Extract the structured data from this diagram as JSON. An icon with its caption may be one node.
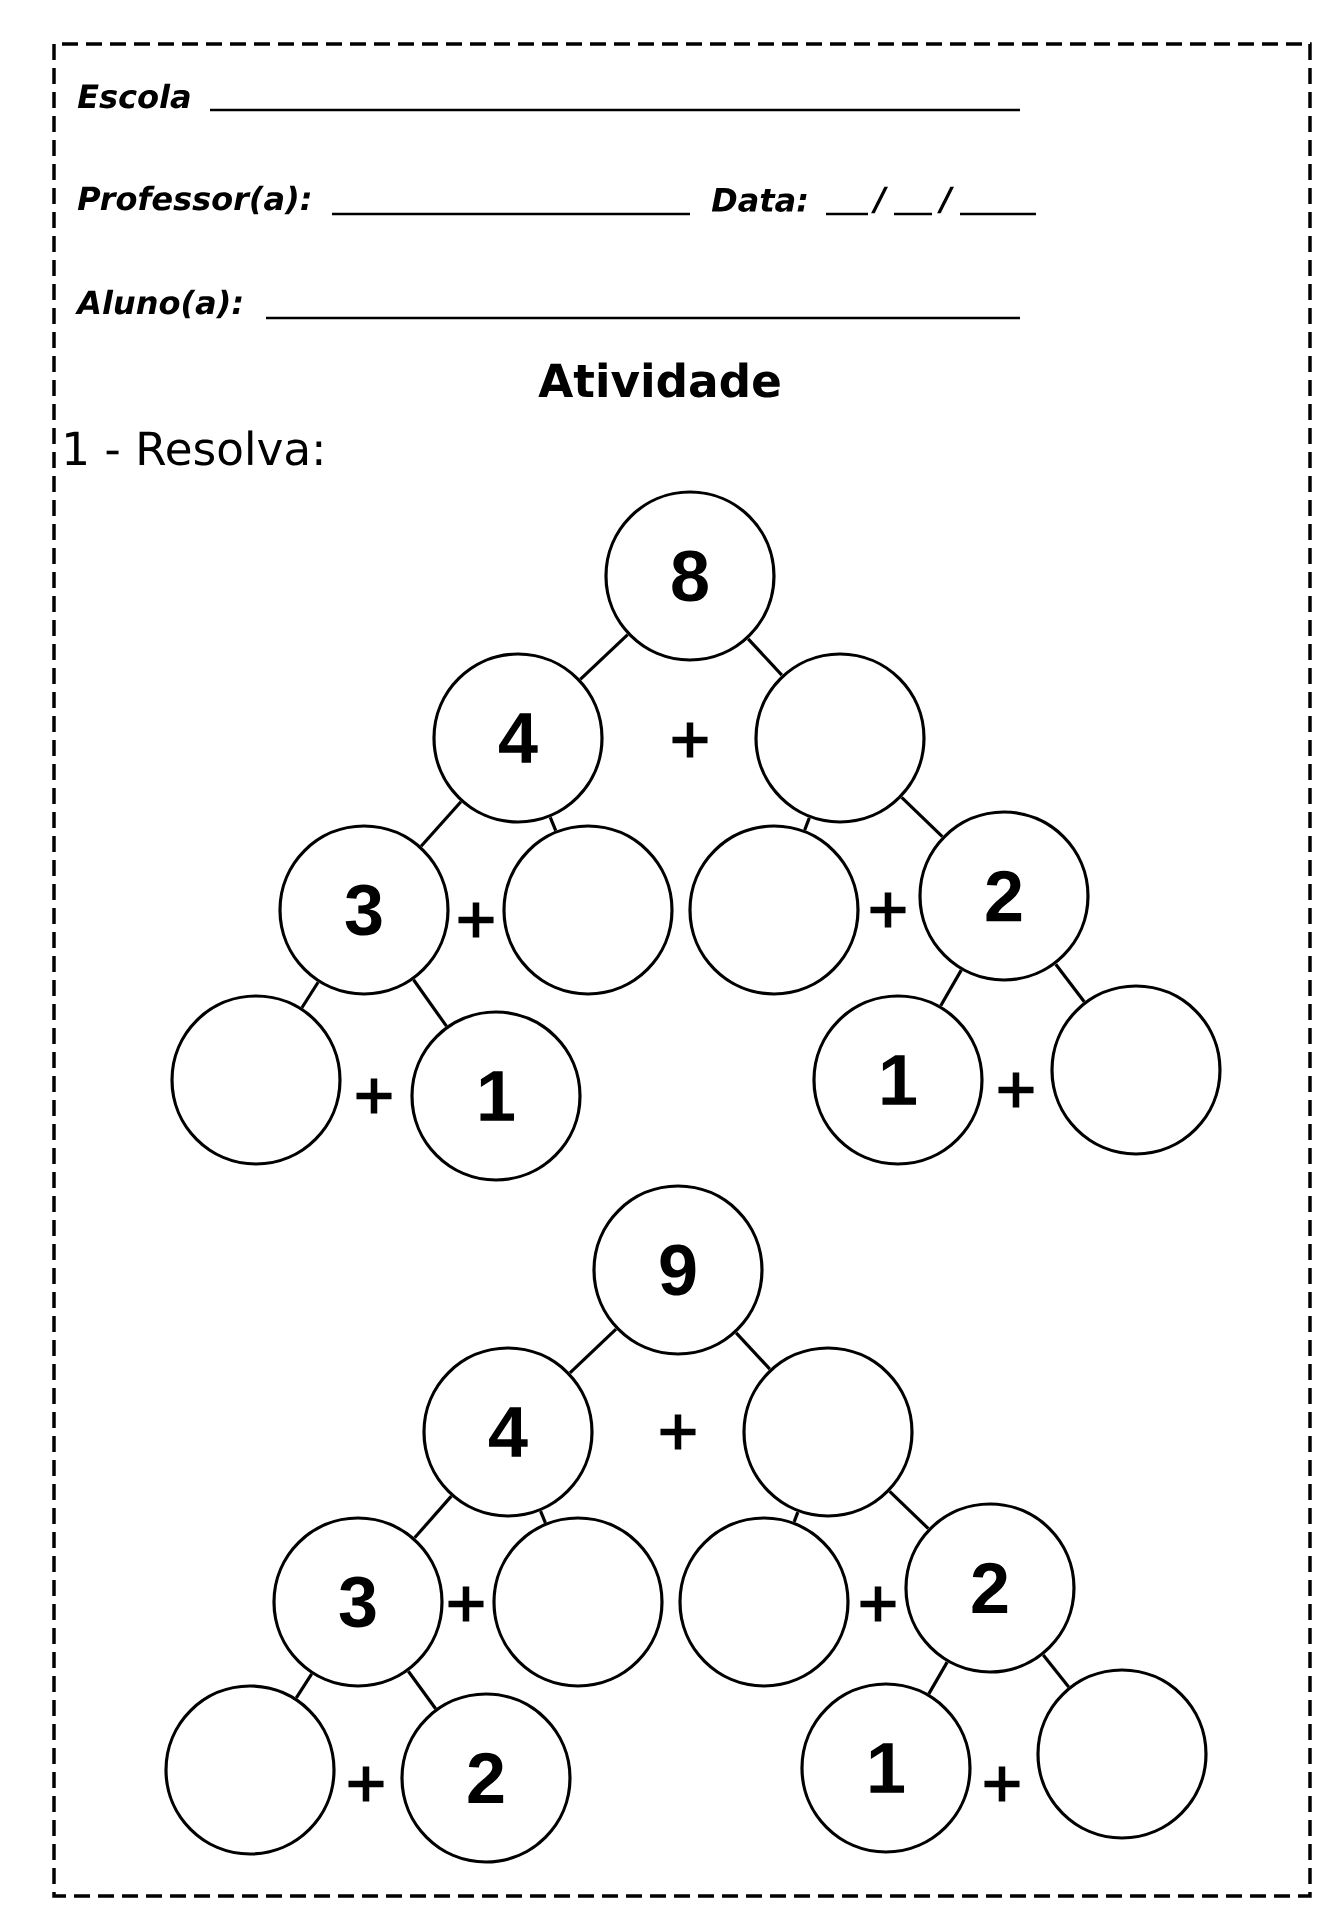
{
  "diagram": {
    "title": "Atividade",
    "nodes": [
      {
        "text": [
          "8"
        ]
      },
      {
        "text": [
          "4"
        ]
      },
      {
        "text": [],
        "shape": "circle"
      },
      {
        "text": [
          "3"
        ]
      },
      {
        "text": [],
        "shape": "circle"
      },
      {
        "text": [],
        "shape": "circle"
      },
      {
        "text": [
          "2"
        ]
      },
      {
        "text": [],
        "shape": "circle"
      },
      {
        "text": [
          "1"
        ]
      },
      {
        "text": [
          "1"
        ]
      },
      {
        "text": [],
        "shape": "circle"
      },
      {
        "text": [
          "9"
        ]
      },
      {
        "text": [
          "4"
        ]
      },
      {
        "text": [],
        "shape": "circle"
      },
      {
        "text": [
          "3"
        ]
      },
      {
        "text": [],
        "shape": "circle"
      },
      {
        "text": [],
        "shape": "circle"
      },
      {
        "text": [
          "2"
        ]
      },
      {
        "text": [],
        "shape": "circle"
      },
      {
        "text": [
          "2"
        ]
      },
      {
        "text": [
          "1"
        ]
      },
      {
        "text": [],
        "shape": "circle"
      }
    ],
    "edges": [
      {
        "from": 0,
        "to": 1,
        "arrow": "none"
      },
      {
        "from": 0,
        "to": 2,
        "arrow": "none"
      },
      {
        "from": 1,
        "to": 3,
        "arrow": "none"
      },
      {
        "from": 1,
        "to": 4,
        "arrow": "none"
      },
      {
        "from": 2,
        "to": 5,
        "arrow": "none"
      },
      {
        "from": 2,
        "to": 6,
        "arrow": "none"
      },
      {
        "from": 3,
        "to": 7,
        "arrow": "none"
      },
      {
        "from": 3,
        "to": 8,
        "arrow": "none"
      },
      {
        "from": 6,
        "to": 9,
        "arrow": "none"
      },
      {
        "from": 6,
        "to": 10,
        "arrow": "none"
      },
      {
        "from": 11,
        "to": 12,
        "arrow": "none"
      },
      {
        "from": 11,
        "to": 13,
        "arrow": "none"
      },
      {
        "from": 12,
        "to": 14,
        "arrow": "none"
      },
      {
        "from": 12,
        "to": 15,
        "arrow": "none"
      },
      {
        "from": 13,
        "to": 16,
        "arrow": "none"
      },
      {
        "from": 13,
        "to": 17,
        "arrow": "none"
      },
      {
        "from": 14,
        "to": 18,
        "arrow": "none"
      },
      {
        "from": 14,
        "to": 19,
        "arrow": "none"
      },
      {
        "from": 17,
        "to": 20,
        "arrow": "none"
      },
      {
        "from": 17,
        "to": 21,
        "arrow": "none"
      }
    ],
    "labels": [
      "Escola",
      "Professor(a):",
      "Data:",
      "/",
      "/",
      "Aluno(a):",
      "1 - Resolva:",
      "+",
      "+",
      "+",
      "+",
      "+",
      "+",
      "+",
      "+",
      "+",
      "+"
    ]
  }
}
